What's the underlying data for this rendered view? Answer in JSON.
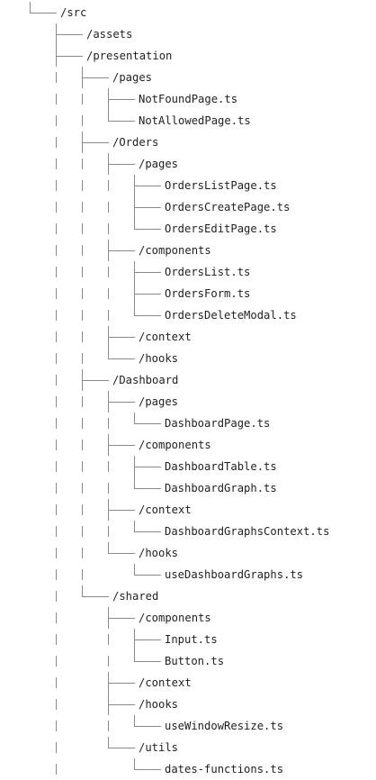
{
  "tree": [
    {
      "depth": 0,
      "last": true,
      "label": "/src"
    },
    {
      "depth": 1,
      "last": false,
      "label": "/assets"
    },
    {
      "depth": 1,
      "last": false,
      "label": "/presentation"
    },
    {
      "depth": 2,
      "last": false,
      "label": "/pages"
    },
    {
      "depth": 3,
      "last": false,
      "label": "NotFoundPage.ts"
    },
    {
      "depth": 3,
      "last": true,
      "label": "NotAllowedPage.ts"
    },
    {
      "depth": 2,
      "last": false,
      "label": "/Orders"
    },
    {
      "depth": 3,
      "last": false,
      "label": "/pages"
    },
    {
      "depth": 4,
      "last": false,
      "label": "OrdersListPage.ts"
    },
    {
      "depth": 4,
      "last": false,
      "label": "OrdersCreatePage.ts"
    },
    {
      "depth": 4,
      "last": true,
      "label": "OrdersEditPage.ts"
    },
    {
      "depth": 3,
      "last": false,
      "label": "/components"
    },
    {
      "depth": 4,
      "last": false,
      "label": "OrdersList.ts"
    },
    {
      "depth": 4,
      "last": false,
      "label": "OrdersForm.ts"
    },
    {
      "depth": 4,
      "last": true,
      "label": "OrdersDeleteModal.ts"
    },
    {
      "depth": 3,
      "last": false,
      "label": "/context"
    },
    {
      "depth": 3,
      "last": true,
      "label": "/hooks"
    },
    {
      "depth": 2,
      "last": false,
      "label": "/Dashboard"
    },
    {
      "depth": 3,
      "last": false,
      "label": "/pages"
    },
    {
      "depth": 4,
      "last": true,
      "label": "DashboardPage.ts"
    },
    {
      "depth": 3,
      "last": false,
      "label": "/components"
    },
    {
      "depth": 4,
      "last": false,
      "label": "DashboardTable.ts"
    },
    {
      "depth": 4,
      "last": true,
      "label": "DashboardGraph.ts"
    },
    {
      "depth": 3,
      "last": false,
      "label": "/context"
    },
    {
      "depth": 4,
      "last": true,
      "label": "DashboardGraphsContext.ts"
    },
    {
      "depth": 3,
      "last": true,
      "label": "/hooks"
    },
    {
      "depth": 4,
      "last": true,
      "label": "useDashboardGraphs.ts"
    },
    {
      "depth": 2,
      "last": true,
      "label": "/shared"
    },
    {
      "depth": 3,
      "last": false,
      "label": "/components"
    },
    {
      "depth": 4,
      "last": false,
      "label": "Input.ts"
    },
    {
      "depth": 4,
      "last": true,
      "label": "Button.ts"
    },
    {
      "depth": 3,
      "last": false,
      "label": "/context"
    },
    {
      "depth": 3,
      "last": false,
      "label": "/hooks"
    },
    {
      "depth": 4,
      "last": true,
      "label": "useWindowResize.ts"
    },
    {
      "depth": 3,
      "last": true,
      "label": "/utils"
    },
    {
      "depth": 4,
      "last": true,
      "label": "dates-functions.ts"
    }
  ]
}
